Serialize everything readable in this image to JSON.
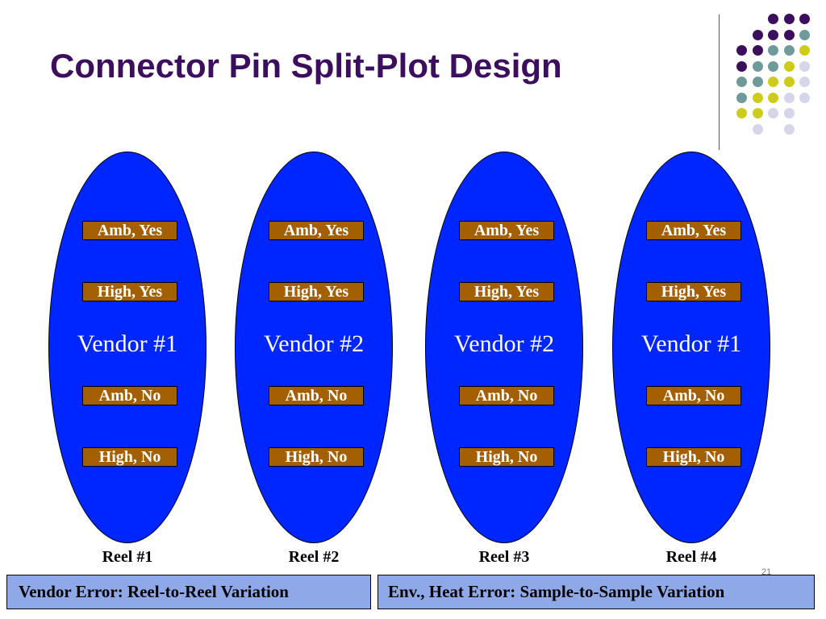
{
  "title": "Connector Pin Split-Plot Design",
  "decoration": {
    "colors": {
      "purple": "#3b0f5e",
      "teal": "#6e9a9c",
      "yellow": "#cdcc1c",
      "lavender": "#d6d6ea"
    },
    "dot_grid": [
      [
        "",
        "",
        "purple",
        "purple",
        "purple"
      ],
      [
        "",
        "purple",
        "purple",
        "purple",
        "teal"
      ],
      [
        "purple",
        "purple",
        "teal",
        "teal",
        "yellow"
      ],
      [
        "purple",
        "teal",
        "teal",
        "yellow",
        "lavender"
      ],
      [
        "teal",
        "teal",
        "yellow",
        "yellow",
        "lavender"
      ],
      [
        "teal",
        "yellow",
        "yellow",
        "lavender",
        "lavender"
      ],
      [
        "yellow",
        "yellow",
        "lavender",
        "lavender",
        ""
      ],
      [
        "",
        "lavender",
        "",
        "lavender",
        ""
      ]
    ]
  },
  "reels": [
    {
      "vendor": "Vendor #1",
      "reel_label": "Reel #1",
      "treatments": [
        "Amb, Yes",
        "High, Yes",
        "Amb, No",
        "High, No"
      ]
    },
    {
      "vendor": "Vendor #2",
      "reel_label": "Reel #2",
      "treatments": [
        "Amb, Yes",
        "High, Yes",
        "Amb, No",
        "High, No"
      ]
    },
    {
      "vendor": "Vendor #2",
      "reel_label": "Reel #3",
      "treatments": [
        "Amb, Yes",
        "High, Yes",
        "Amb, No",
        "High, No"
      ]
    },
    {
      "vendor": "Vendor #1",
      "reel_label": "Reel #4",
      "treatments": [
        "Amb, Yes",
        "High, Yes",
        "Amb, No",
        "High, No"
      ]
    }
  ],
  "error_boxes": {
    "vendor_error": "Vendor Error: Reel-to-Reel Variation",
    "env_error": "Env., Heat Error: Sample-to-Sample Variation"
  },
  "page_number": "21",
  "colors": {
    "ellipse_fill": "#0026ff",
    "label_fill": "#a35f00",
    "error_box_fill": "#8fa9e8"
  }
}
